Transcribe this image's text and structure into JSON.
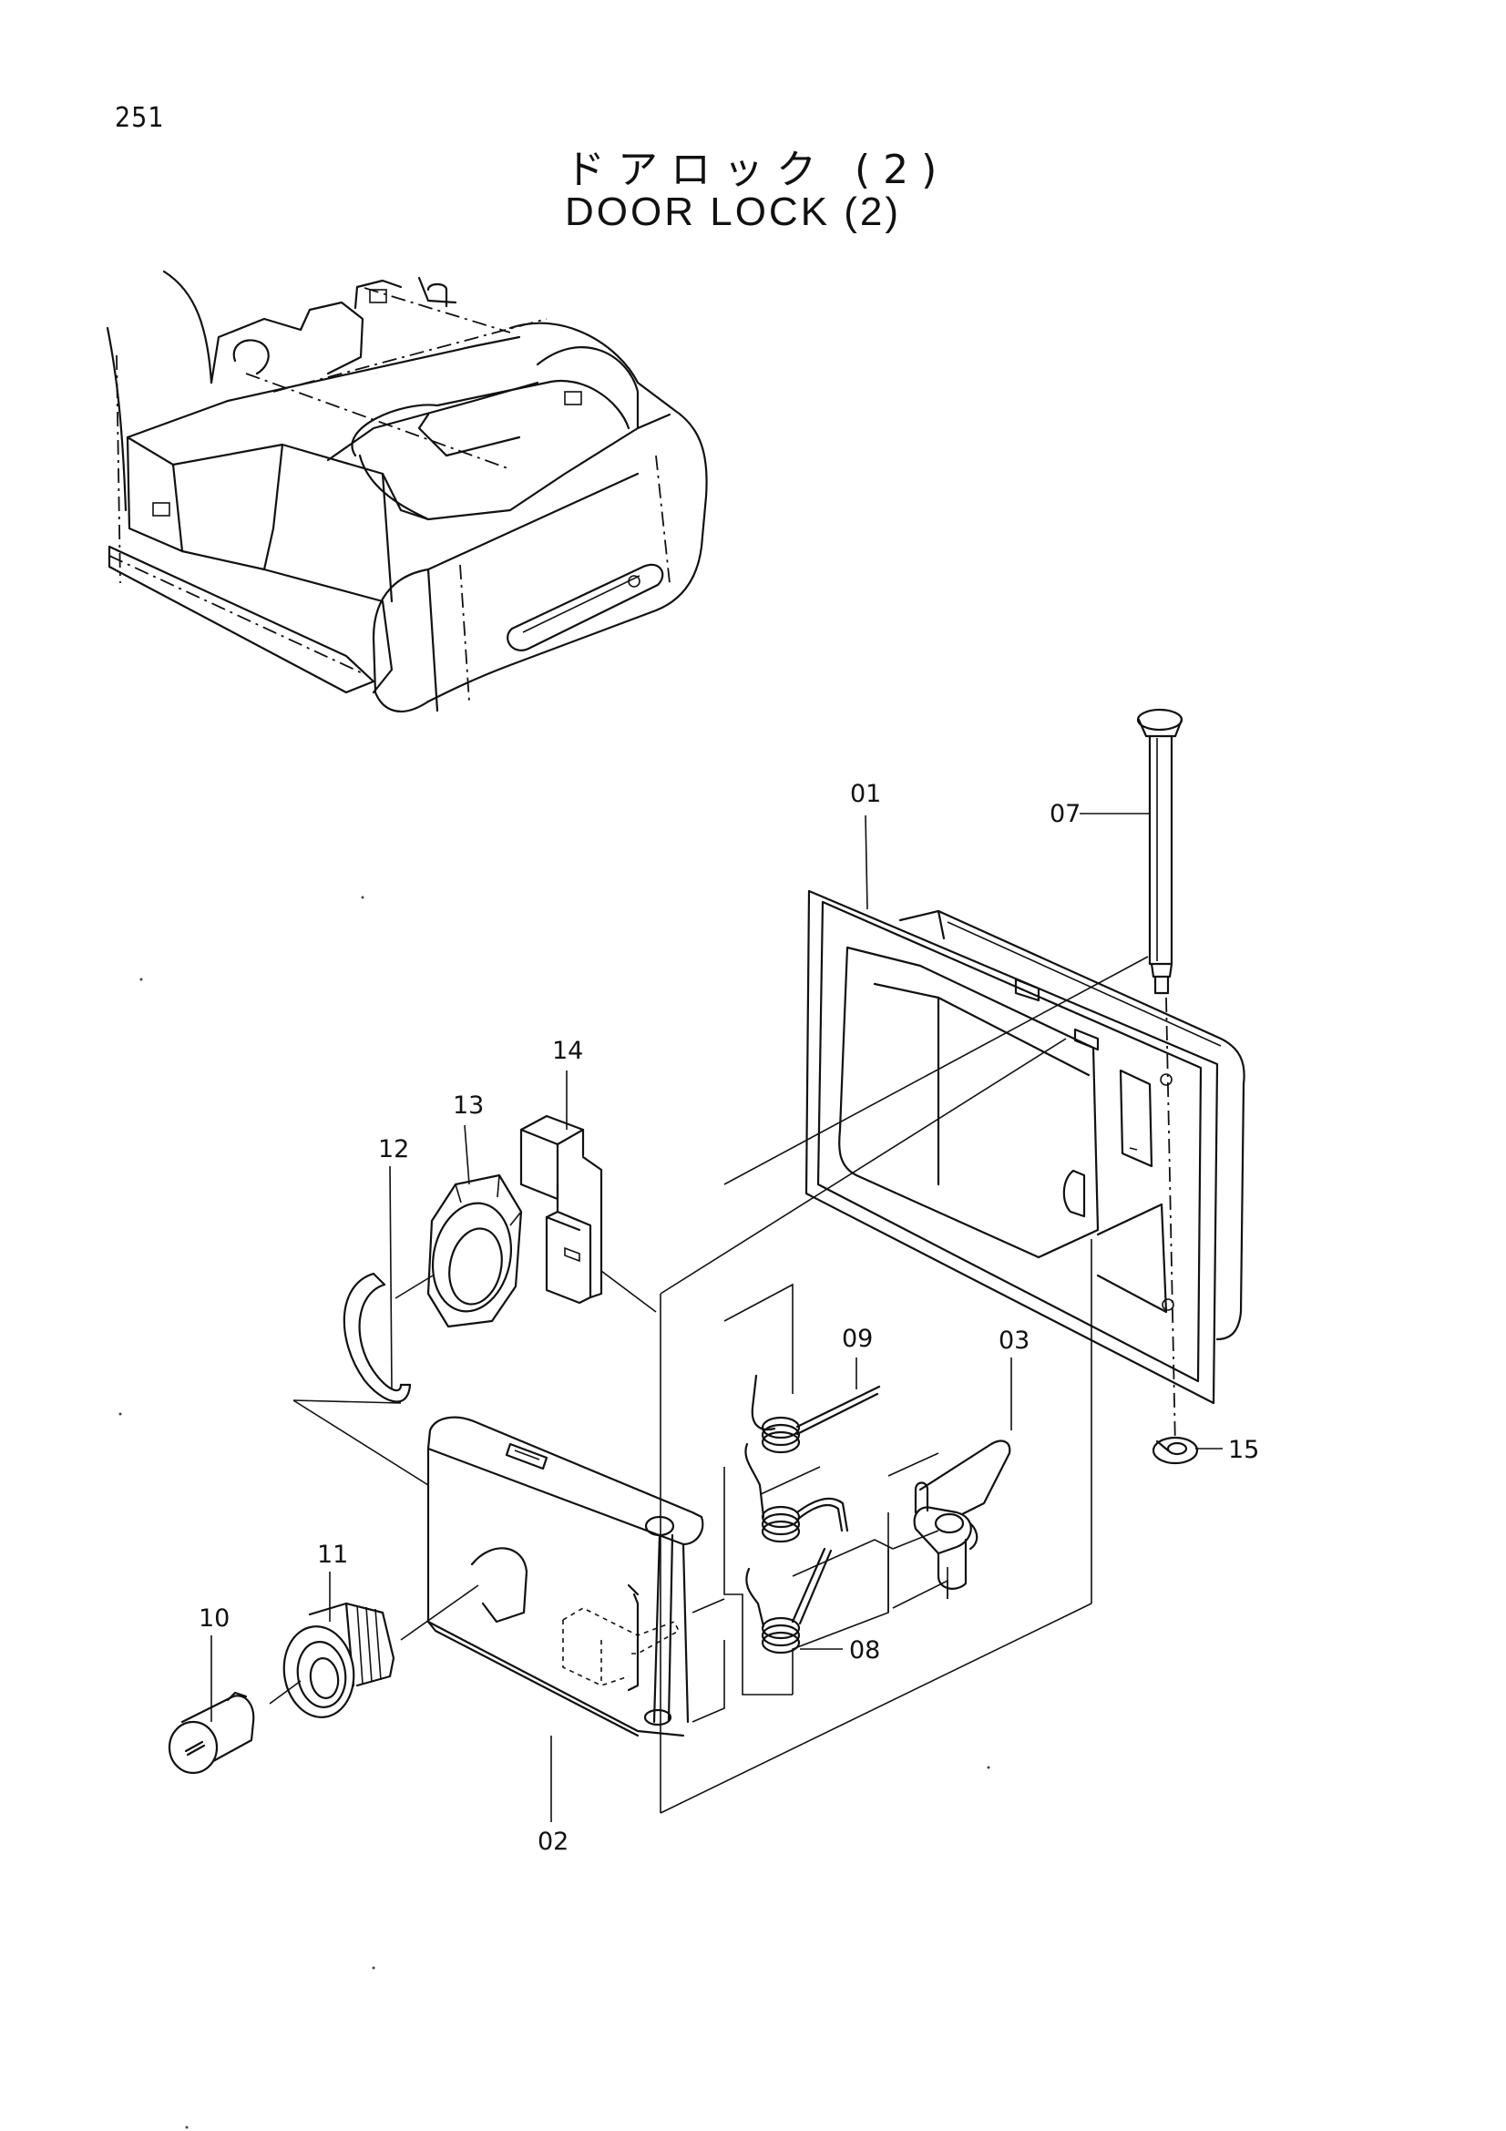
{
  "page": {
    "number": "251",
    "title_jp": "ドアロック (2)",
    "title_en": "DOOR LOCK (2)"
  },
  "callouts": {
    "c01": "01",
    "c02": "02",
    "c03": "03",
    "c07": "07",
    "c08": "08",
    "c09": "09",
    "c10": "10",
    "c11": "11",
    "c12": "12",
    "c13": "13",
    "c14": "14",
    "c15": "15"
  }
}
